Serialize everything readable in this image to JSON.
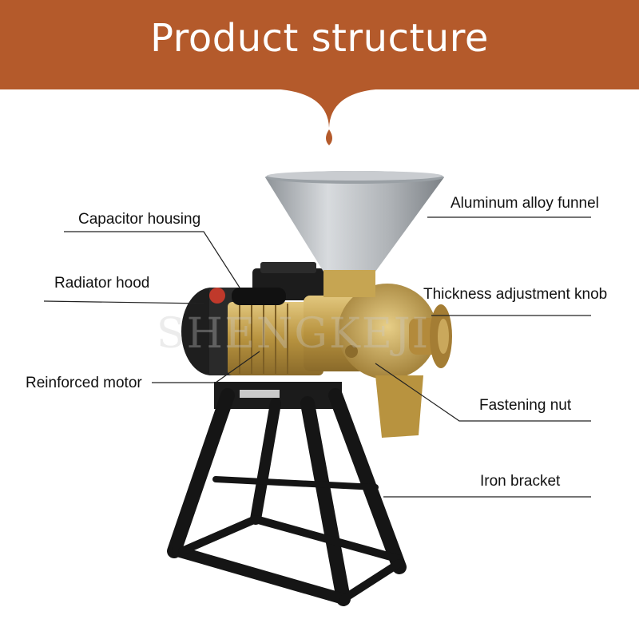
{
  "header": {
    "title": "Product structure",
    "colors": {
      "banner": "#b45a2b",
      "drop": "#b45a2b"
    }
  },
  "watermark": "SHENGKEJI",
  "labels": {
    "capacitor_housing": "Capacitor housing",
    "radiator_hood": "Radiator hood",
    "reinforced_motor": "Reinforced motor",
    "aluminum_alloy_funnel": "Aluminum alloy funnel",
    "thickness_adjustment_knob": "Thickness adjustment knob",
    "fastening_nut": "Fastening nut",
    "iron_bracket": "Iron bracket"
  },
  "colors": {
    "funnel": "#b9bdc1",
    "brass": "#c9a85a",
    "motor_cap": "#1e1e1e",
    "stand": "#151515",
    "leader_line": "#222222"
  }
}
